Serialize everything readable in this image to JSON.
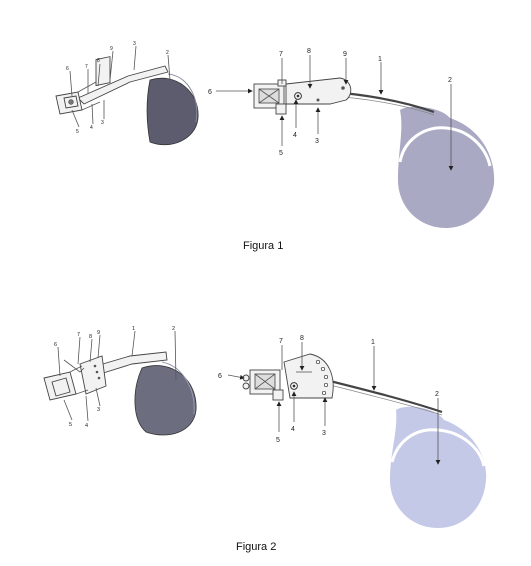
{
  "figures": [
    {
      "caption": "Figura 1",
      "perspective_labels": [
        "6",
        "7",
        "8",
        "9",
        "3",
        "2",
        "5",
        "4",
        "3"
      ],
      "side_labels": [
        "7",
        "8",
        "9",
        "1",
        "6",
        "4",
        "3",
        "5",
        "2"
      ]
    },
    {
      "caption": "Figura 2",
      "perspective_labels": [
        "6",
        "7",
        "8",
        "9",
        "1",
        "2",
        "5",
        "4",
        "3"
      ],
      "side_labels": [
        "7",
        "8",
        "1",
        "6",
        "4",
        "3",
        "5",
        "2"
      ]
    }
  ],
  "colors": {
    "disc_dark": "#6d6d80",
    "disc_light_1": "#a9a9c4",
    "disc_light_2": "#c5c9e8",
    "line": "#444444"
  }
}
